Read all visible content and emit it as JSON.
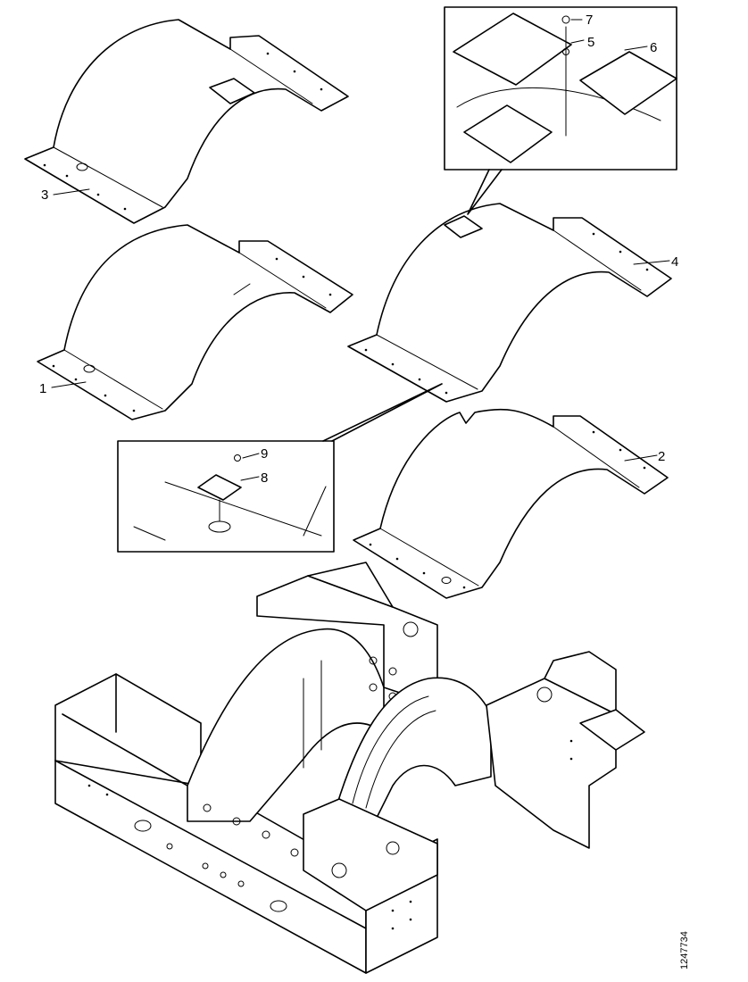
{
  "labels": {
    "p1": "1",
    "p2": "2",
    "p3": "3",
    "p4": "4",
    "p5": "5",
    "p6": "6",
    "p7": "7",
    "p8": "8",
    "p9": "9"
  },
  "figure_ref": "1247734",
  "colors": {
    "line": "#000000",
    "background": "#ffffff"
  }
}
